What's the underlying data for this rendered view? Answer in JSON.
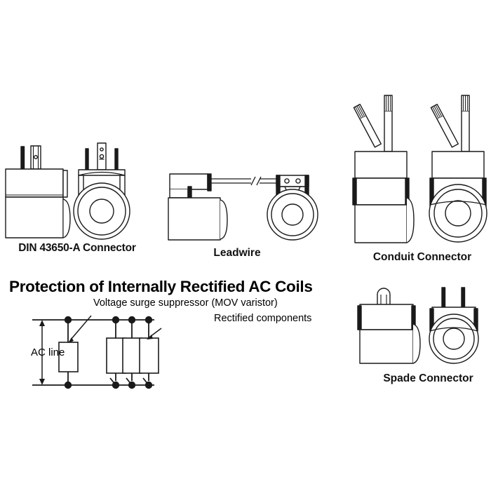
{
  "page": {
    "background_color": "#ffffff",
    "line_color": "#1a1a1a",
    "fill_color": "#ffffff",
    "shade_color": "#d9d9d9"
  },
  "figures": [
    {
      "id": "din",
      "caption": "DIN 43650-A Connector",
      "views": [
        "side",
        "front"
      ],
      "description": "Solenoid coil with DIN 43650-A form-A connector, two blade pins and central screw"
    },
    {
      "id": "leadwire",
      "caption": "Leadwire",
      "views": [
        "side",
        "front"
      ],
      "description": "Solenoid coil with flying leadwires exiting the top, break symbol on wire run"
    },
    {
      "id": "conduit",
      "caption": "Conduit Connector",
      "views": [
        "side",
        "front"
      ],
      "description": "Solenoid coil with conduit housing and two stripped-end wires"
    },
    {
      "id": "spade",
      "caption": "Spade Connector",
      "views": [
        "side",
        "front"
      ],
      "description": "Solenoid coil with two flat spade blade terminals on top"
    }
  ],
  "section": {
    "title": "Protection of Internally Rectified AC Coils"
  },
  "circuit": {
    "labels": {
      "surge_suppressor": "Voltage surge suppressor (MOV  varistor)",
      "rectified_components": "Rectified  components",
      "ac_line": "AC line"
    },
    "elements": {
      "mov_count": 1,
      "rectified_component_count": 3,
      "node_count_top": 4,
      "node_count_bottom": 4
    }
  }
}
